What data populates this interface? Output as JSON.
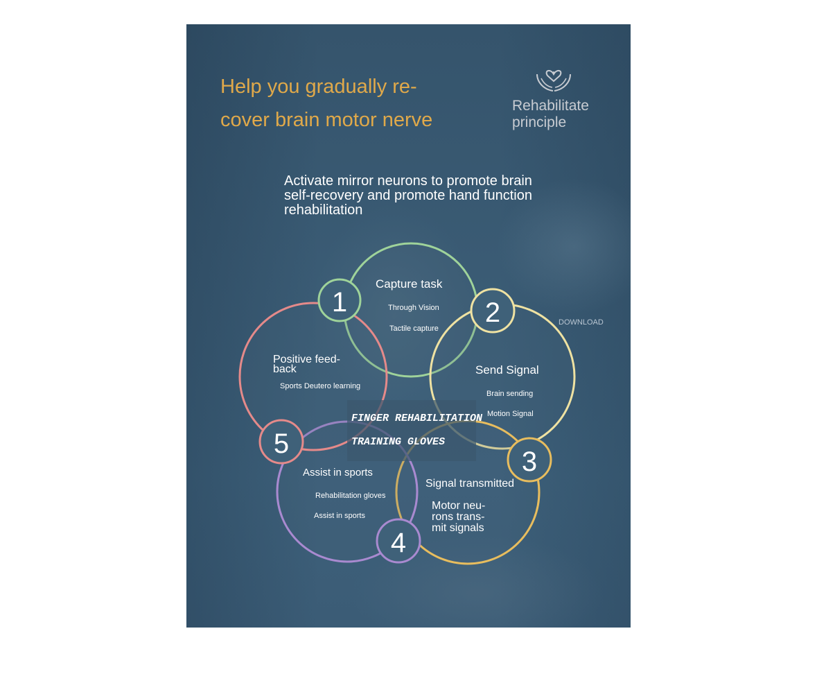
{
  "headline": "Help you gradually re-\ncover brain motor nerve",
  "badge": {
    "icon": "heart-hands-icon",
    "line1": "Rehabilitate",
    "line2": "principle"
  },
  "intro": "Activate mirror neurons to promote brain self-recovery and promote hand function rehabilitation",
  "center": {
    "line1": "FINGER REHABILITATION",
    "line2": "TRAINING GLOVES"
  },
  "steps": [
    {
      "number": "1",
      "title": "Capture task",
      "line1": "Through Vision",
      "line2": "Tactile capture",
      "color": "#9fd39a"
    },
    {
      "number": "2",
      "title": "Send Signal",
      "line1": "Brain sending",
      "line2": "Motion Signal",
      "color": "#efe2a2"
    },
    {
      "number": "3",
      "title": "Signal transmitted",
      "line1": "Motor neu-",
      "line2": "rons trans-",
      "line3": "mit signals",
      "color": "#e8bd5e"
    },
    {
      "number": "4",
      "title": "Assist in sports",
      "line1": "Rehabilitation gloves",
      "line2": "Assist in sports",
      "color": "#a98ad0"
    },
    {
      "number": "5",
      "title": "Positive feed-",
      "title2": "back",
      "line1": "Sports Deutero learning",
      "color": "#e58a8a"
    }
  ],
  "background_text": "DOWNLOAD"
}
